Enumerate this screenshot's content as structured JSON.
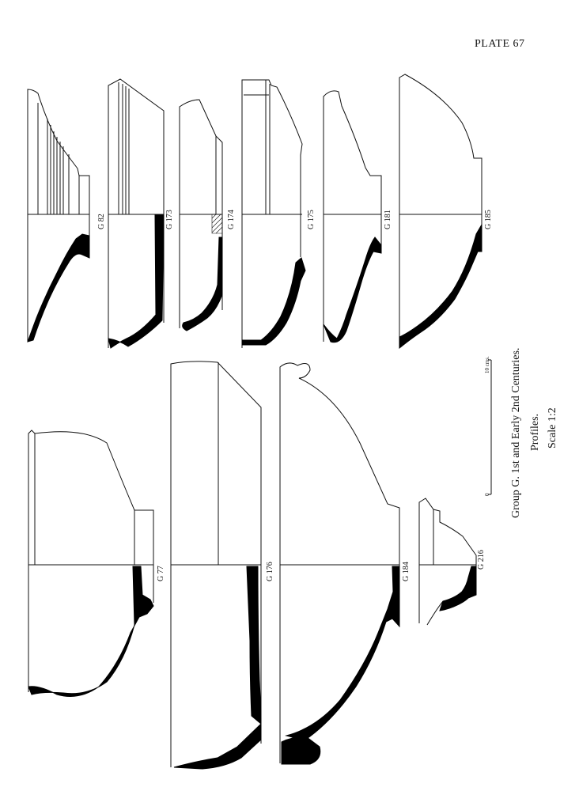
{
  "plate_title": "PLATE 67",
  "caption": {
    "line1": "Group G.      1st and Early 2nd Centuries.",
    "line2": "Profiles.",
    "line3": "Scale 1:2"
  },
  "scale_bar": {
    "start": "0",
    "end": "10 cms."
  },
  "labels": {
    "g82": "G 82",
    "g173": "G 173",
    "g174": "G 174",
    "g175": "G 175",
    "g181": "G 181",
    "g185": "G 185",
    "g77": "G 77",
    "g176": "G 176",
    "g184": "G 184",
    "g216": "G 216"
  },
  "colors": {
    "ink": "#000000",
    "paper": "#ffffff"
  }
}
